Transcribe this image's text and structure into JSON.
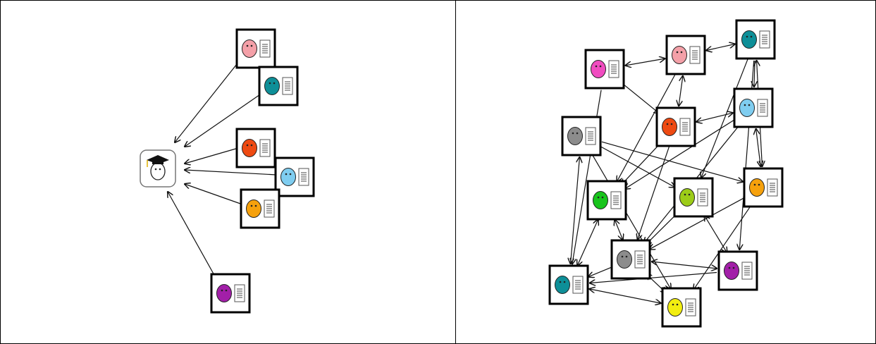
{
  "colors": {
    "border": "#000000",
    "edge": "#111111",
    "doc_fill": "#ffffff",
    "doc_lines": "#666666"
  },
  "left_panel": {
    "center_icon": "graduate-student-icon",
    "agents": [
      {
        "id": "pink",
        "color": "#f4a0a8"
      },
      {
        "id": "teal",
        "color": "#0e8f98"
      },
      {
        "id": "red-orange",
        "color": "#ee4a12"
      },
      {
        "id": "light-blue",
        "color": "#7fcdf0"
      },
      {
        "id": "orange",
        "color": "#f6a10c"
      },
      {
        "id": "purple",
        "color": "#a21fa8"
      }
    ]
  },
  "right_panel": {
    "agents": [
      {
        "id": "magenta",
        "color": "#f04cc0"
      },
      {
        "id": "pink",
        "color": "#f4a0a8"
      },
      {
        "id": "teal-top",
        "color": "#0e8f98"
      },
      {
        "id": "light-blue",
        "color": "#7fcdf0"
      },
      {
        "id": "red-orange",
        "color": "#ee4a12"
      },
      {
        "id": "gray-left",
        "color": "#8c8c8c"
      },
      {
        "id": "orange",
        "color": "#f6a10c"
      },
      {
        "id": "green",
        "color": "#18c41c"
      },
      {
        "id": "lime",
        "color": "#9ccc18"
      },
      {
        "id": "gray-mid",
        "color": "#8c8c8c"
      },
      {
        "id": "purple",
        "color": "#a21fa8"
      },
      {
        "id": "teal-bottom",
        "color": "#0e8f98"
      },
      {
        "id": "yellow",
        "color": "#f2ee10"
      }
    ]
  }
}
